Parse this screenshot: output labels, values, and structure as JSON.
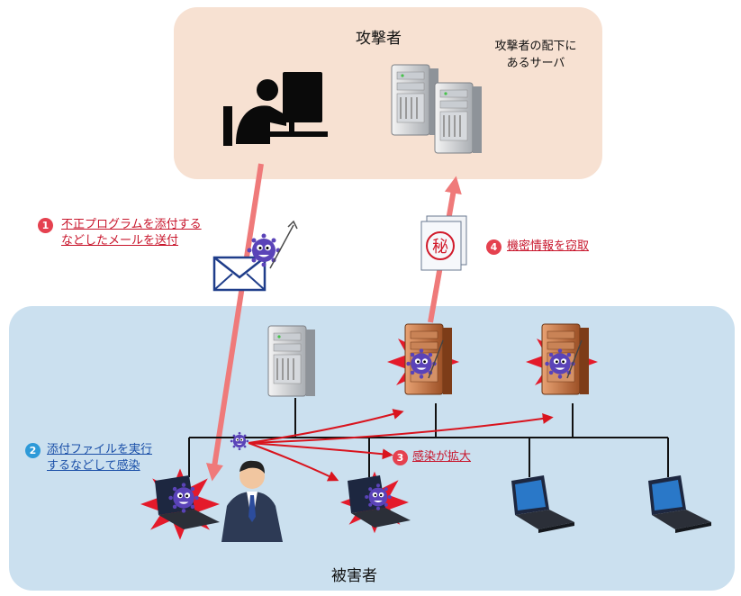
{
  "attacker": {
    "title": "攻撃者",
    "server_note_line1": "攻撃者の配下に",
    "server_note_line2": "あるサーバ"
  },
  "victim": {
    "title": "被害者"
  },
  "steps": [
    {
      "num": "1",
      "line1": "不正プログラムを添付する",
      "line2": "などしたメールを送付"
    },
    {
      "num": "2",
      "line1": "添付ファイルを実行",
      "line2": "するなどして感染"
    },
    {
      "num": "3",
      "line1": "感染が拡大"
    },
    {
      "num": "4",
      "line1": "機密情報を窃取"
    }
  ],
  "document_mark": "秘",
  "colors": {
    "attacker_zone": "#f7e1d2",
    "victim_zone": "#cbe0ef",
    "flow_arrow": "#ef7a7a",
    "infection_arrow": "#d9141e",
    "step_text_red": "#c8162c",
    "step_text_blue": "#1a4fa8",
    "virus": "#5a43b8",
    "infected_server": "#c0703e"
  },
  "icons": [
    "person-at-computer-icon",
    "server-icon",
    "envelope-icon",
    "virus-icon",
    "secret-document-icon",
    "laptop-icon",
    "businessman-icon",
    "explosion-icon"
  ]
}
